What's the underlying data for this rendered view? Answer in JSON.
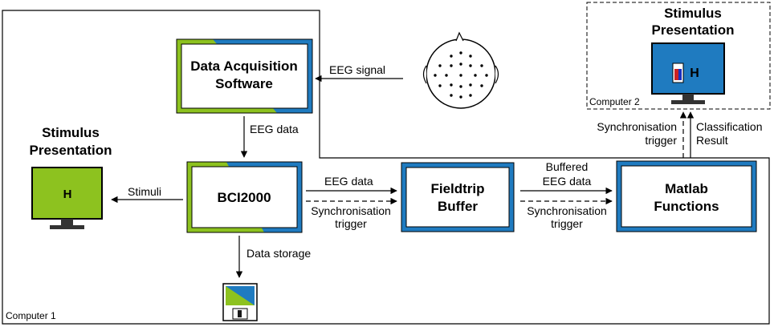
{
  "colors": {
    "green": "#8dc21f",
    "blue": "#1f7bc0",
    "monitor_blue": "#1f7bc0",
    "line": "#000000"
  },
  "computers": {
    "c1": "Computer 1",
    "c2": "Computer 2"
  },
  "stimulus": {
    "line1": "Stimulus",
    "line2": "Presentation",
    "screen_letter": "H"
  },
  "boxes": {
    "daq": {
      "line1": "Data Acquisition",
      "line2": "Software"
    },
    "bci": {
      "line1": "BCI2000"
    },
    "fieldtrip": {
      "line1": "Fieldtrip",
      "line2": "Buffer"
    },
    "matlab": {
      "line1": "Matlab",
      "line2": "Functions"
    }
  },
  "labels": {
    "eeg_signal": "EEG signal",
    "eeg_data_down": "EEG data",
    "stimuli": "Stimuli",
    "eeg_data_right": "EEG data",
    "sync_1_line1": "Synchronisation",
    "sync_1_line2": "trigger",
    "buffered_1": "Buffered",
    "buffered_2": "EEG data",
    "sync_2_line1": "Synchronisation",
    "sync_2_line2": "trigger",
    "data_storage": "Data storage",
    "sync_up_line1": "Synchronisation",
    "sync_up_line2": "trigger",
    "class_line1": "Classification",
    "class_line2": "Result"
  },
  "icons": {
    "head": "eeg-head-icon",
    "floppy": "floppy-disk-icon",
    "monitor": "monitor-icon"
  }
}
